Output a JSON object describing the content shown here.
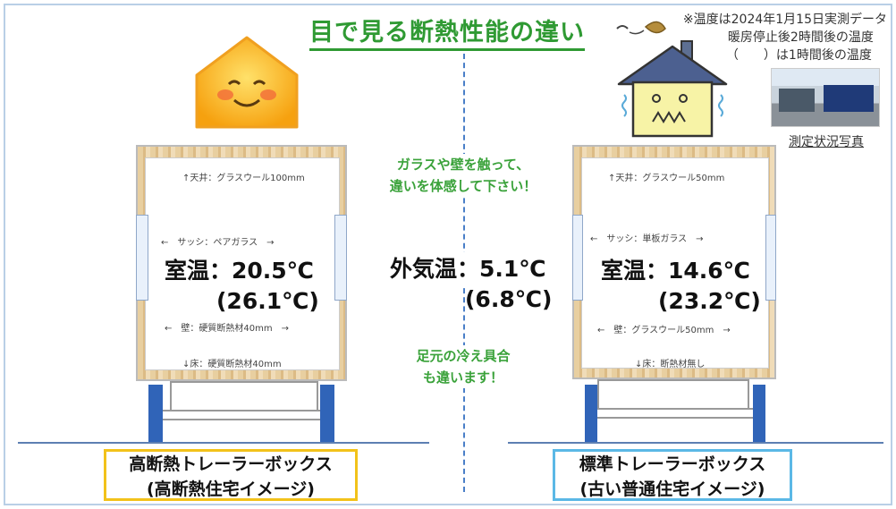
{
  "title": "目で見る断熱性能の違い",
  "note": {
    "line1": "※温度は2024年1月15日実測データ",
    "line2": "暖房停止後2時間後の温度",
    "line3": "（　　）は1時間後の温度"
  },
  "photo_caption": "測定状況写真",
  "center": {
    "touch_line1": "ガラスや壁を触って、",
    "touch_line2": "違いを体感して下さい！",
    "outside_label": "外気温：5.1℃",
    "outside_sub": "(6.8℃)",
    "feet_line1": "足元の冷え具合",
    "feet_line2": "も違います！"
  },
  "left": {
    "ceiling": "↑天井：グラスウール100mm",
    "sash": "←　サッシ：ペアガラス　→",
    "room_temp": "室温：20.5℃",
    "room_temp_sub": "(26.1℃)",
    "wall": "←　壁：硬質断熱材40mm　→",
    "floor": "↓床：硬質断熱材40mm",
    "label_line1": "高断熱トレーラーボックス",
    "label_line2": "(高断熱住宅イメージ)",
    "label_border": "#f2c21a"
  },
  "right": {
    "ceiling": "↑天井：グラスウール50mm",
    "sash": "←　サッシ：単板ガラス　→",
    "room_temp": "室温：14.6℃",
    "room_temp_sub": "(23.2℃)",
    "wall": "←　壁：グラスウール50mm　→",
    "floor": "↓床：断熱材無し",
    "label_line1": "標準トレーラーボックス",
    "label_line2": "(古い普通住宅イメージ)",
    "label_border": "#5bb8e6"
  },
  "icons": {
    "happy_house": "happy-house-icon",
    "sad_house": "sad-house-icon",
    "leaf": "leaf-icon"
  }
}
